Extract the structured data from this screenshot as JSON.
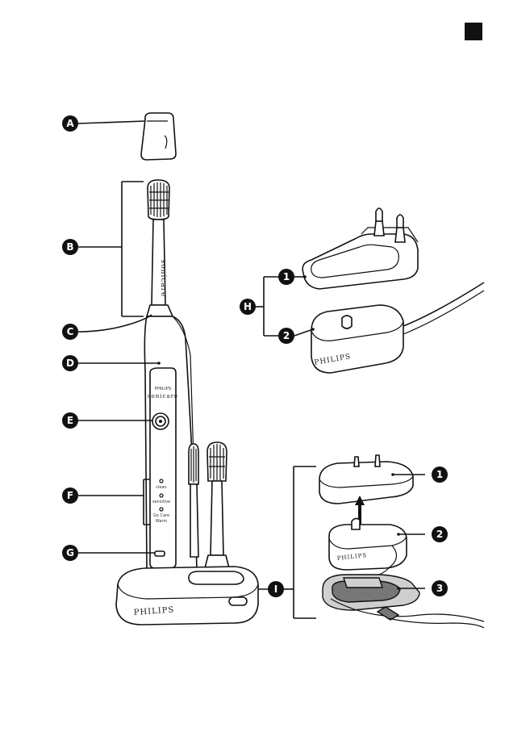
{
  "corner_mark": {
    "color": "#111111"
  },
  "callouts": {
    "A": "A",
    "B": "B",
    "C": "C",
    "D": "D",
    "E": "E",
    "F": "F",
    "G": "G",
    "H": "H",
    "I": "I"
  },
  "sub_callouts": {
    "h1": "1",
    "h2": "2",
    "i1": "1",
    "i2": "2",
    "i3": "3"
  },
  "handle_text": {
    "brand_top": "PHILIPS",
    "product": "sonicare",
    "mode_1": "clean",
    "mode_2": "sensitive",
    "mode_3": "Go Care",
    "mode_3b": "Warm"
  },
  "brush_text": {
    "product": "sonicare"
  },
  "brand_labels": {
    "base": "PHILIPS",
    "charger_h": "PHILIPS",
    "charger_i": "PHILIPS"
  },
  "colors": {
    "ink": "#111111",
    "callout_fill": "#111111",
    "background": "#ffffff"
  }
}
